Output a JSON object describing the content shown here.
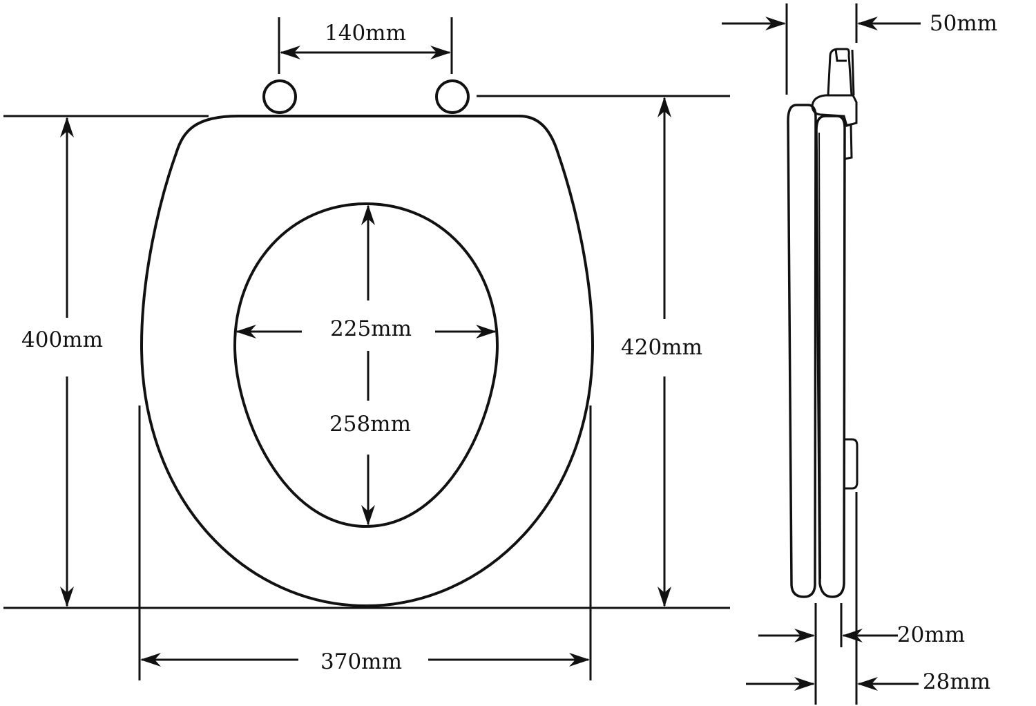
{
  "front_view": {
    "hinge_spacing": "140mm",
    "opening_width": "225mm",
    "opening_depth": "258mm",
    "seat_depth": "400mm",
    "overall_depth": "420mm",
    "seat_width": "370mm"
  },
  "side_view": {
    "hinge_height": "50mm",
    "lid_thickness": "20mm",
    "seat_thickness": "28mm"
  },
  "colors": {
    "line": "#111111",
    "background": "#ffffff"
  }
}
